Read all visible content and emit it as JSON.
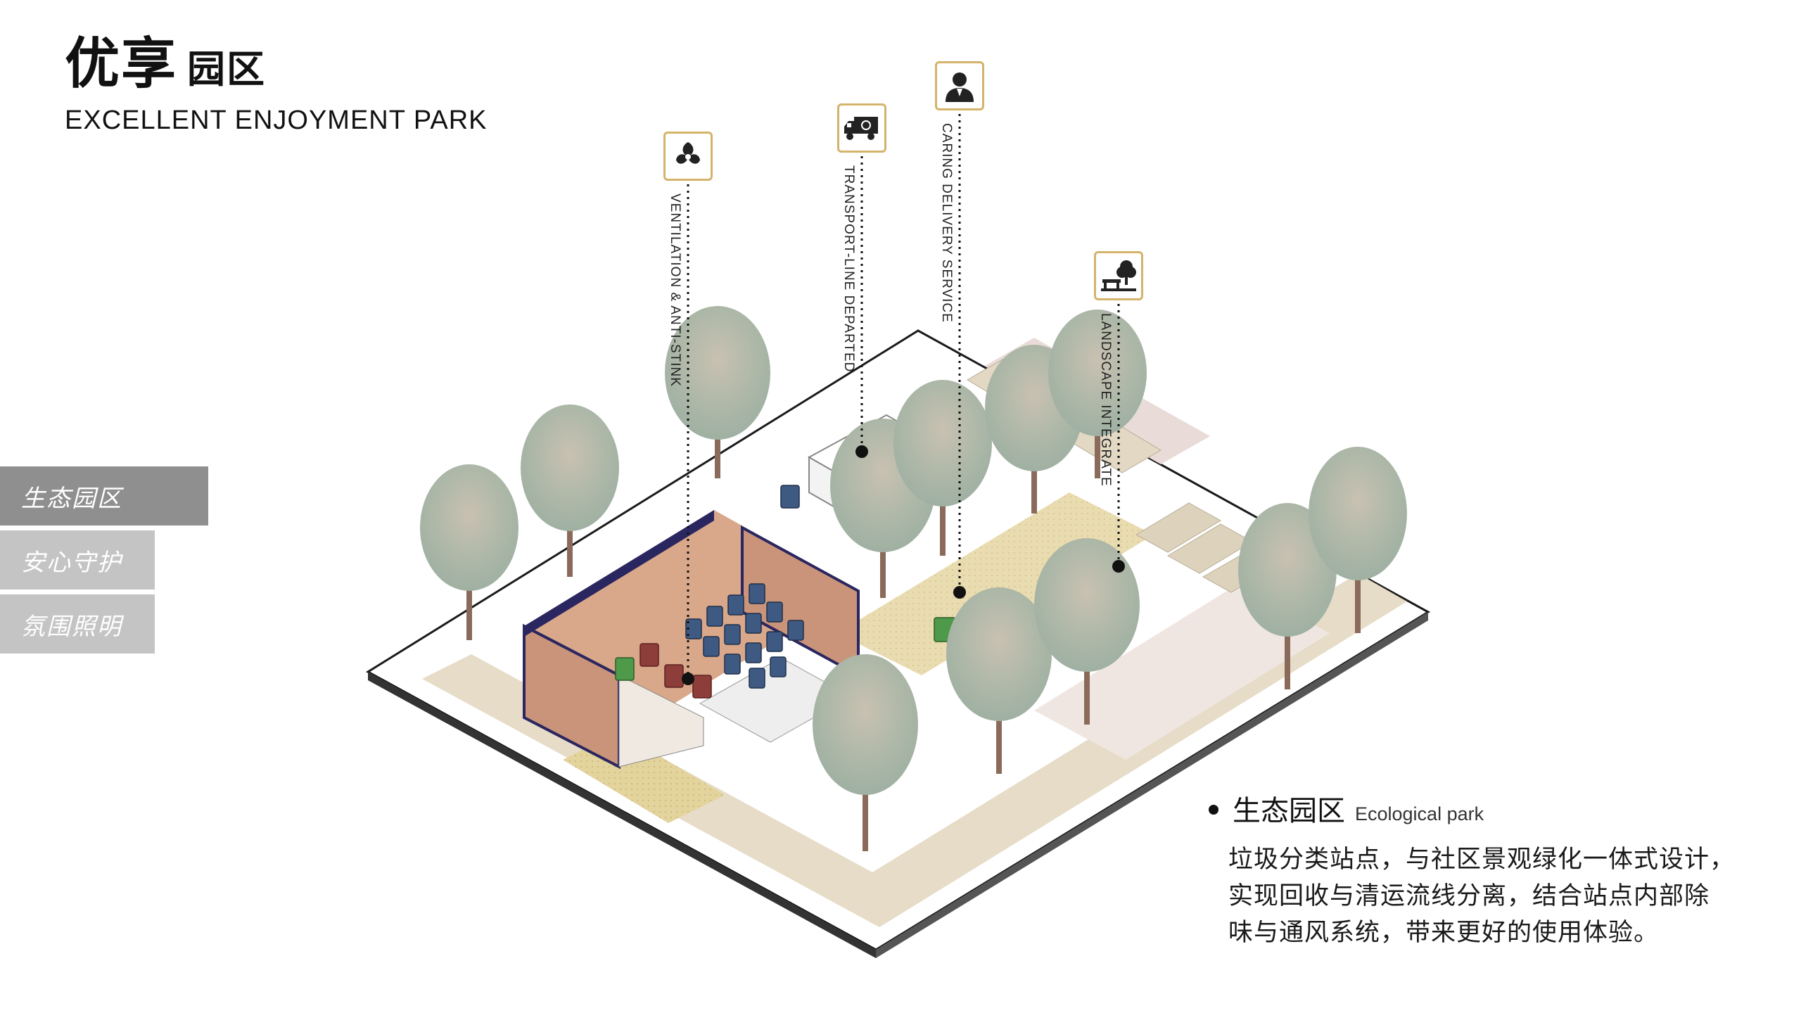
{
  "header": {
    "title_main": "优享",
    "title_sub": "园区",
    "title_en": "EXCELLENT ENJOYMENT PARK"
  },
  "nav": {
    "items": [
      {
        "label": "生态园区",
        "active": true
      },
      {
        "label": "安心守护",
        "active": false
      },
      {
        "label": "氛围照明",
        "active": false
      }
    ]
  },
  "callouts": [
    {
      "label": "VENTILATION & ANTI-STINK",
      "icon": "leaves-icon"
    },
    {
      "label": "TRANSPORT-LINE DEPARTED",
      "icon": "recycle-truck-icon"
    },
    {
      "label": "CARING DELIVERY SERVICE",
      "icon": "worker-icon"
    },
    {
      "label": "LANDSCAPE INTEGRATE",
      "icon": "tree-bench-icon"
    }
  ],
  "description": {
    "title": "生态园区",
    "title_en": "Ecological park",
    "lines": [
      "垃圾分类站点，与社区景观绿化一体式设计，",
      "实现回收与清运流线分离，结合站点内部除",
      "味与通风系统，带来更好的使用体验。"
    ]
  },
  "colors": {
    "accent_gold": "#d4b36a",
    "nav_active": "#8f8f8f",
    "nav_inactive": "#c4c4c4",
    "paving": "#e6dcc7",
    "tree_canopy": "#b7c2b3",
    "bin_blue": "#3f5a82",
    "bin_green": "#4f9a4a",
    "bin_red": "#8e3e3a"
  }
}
